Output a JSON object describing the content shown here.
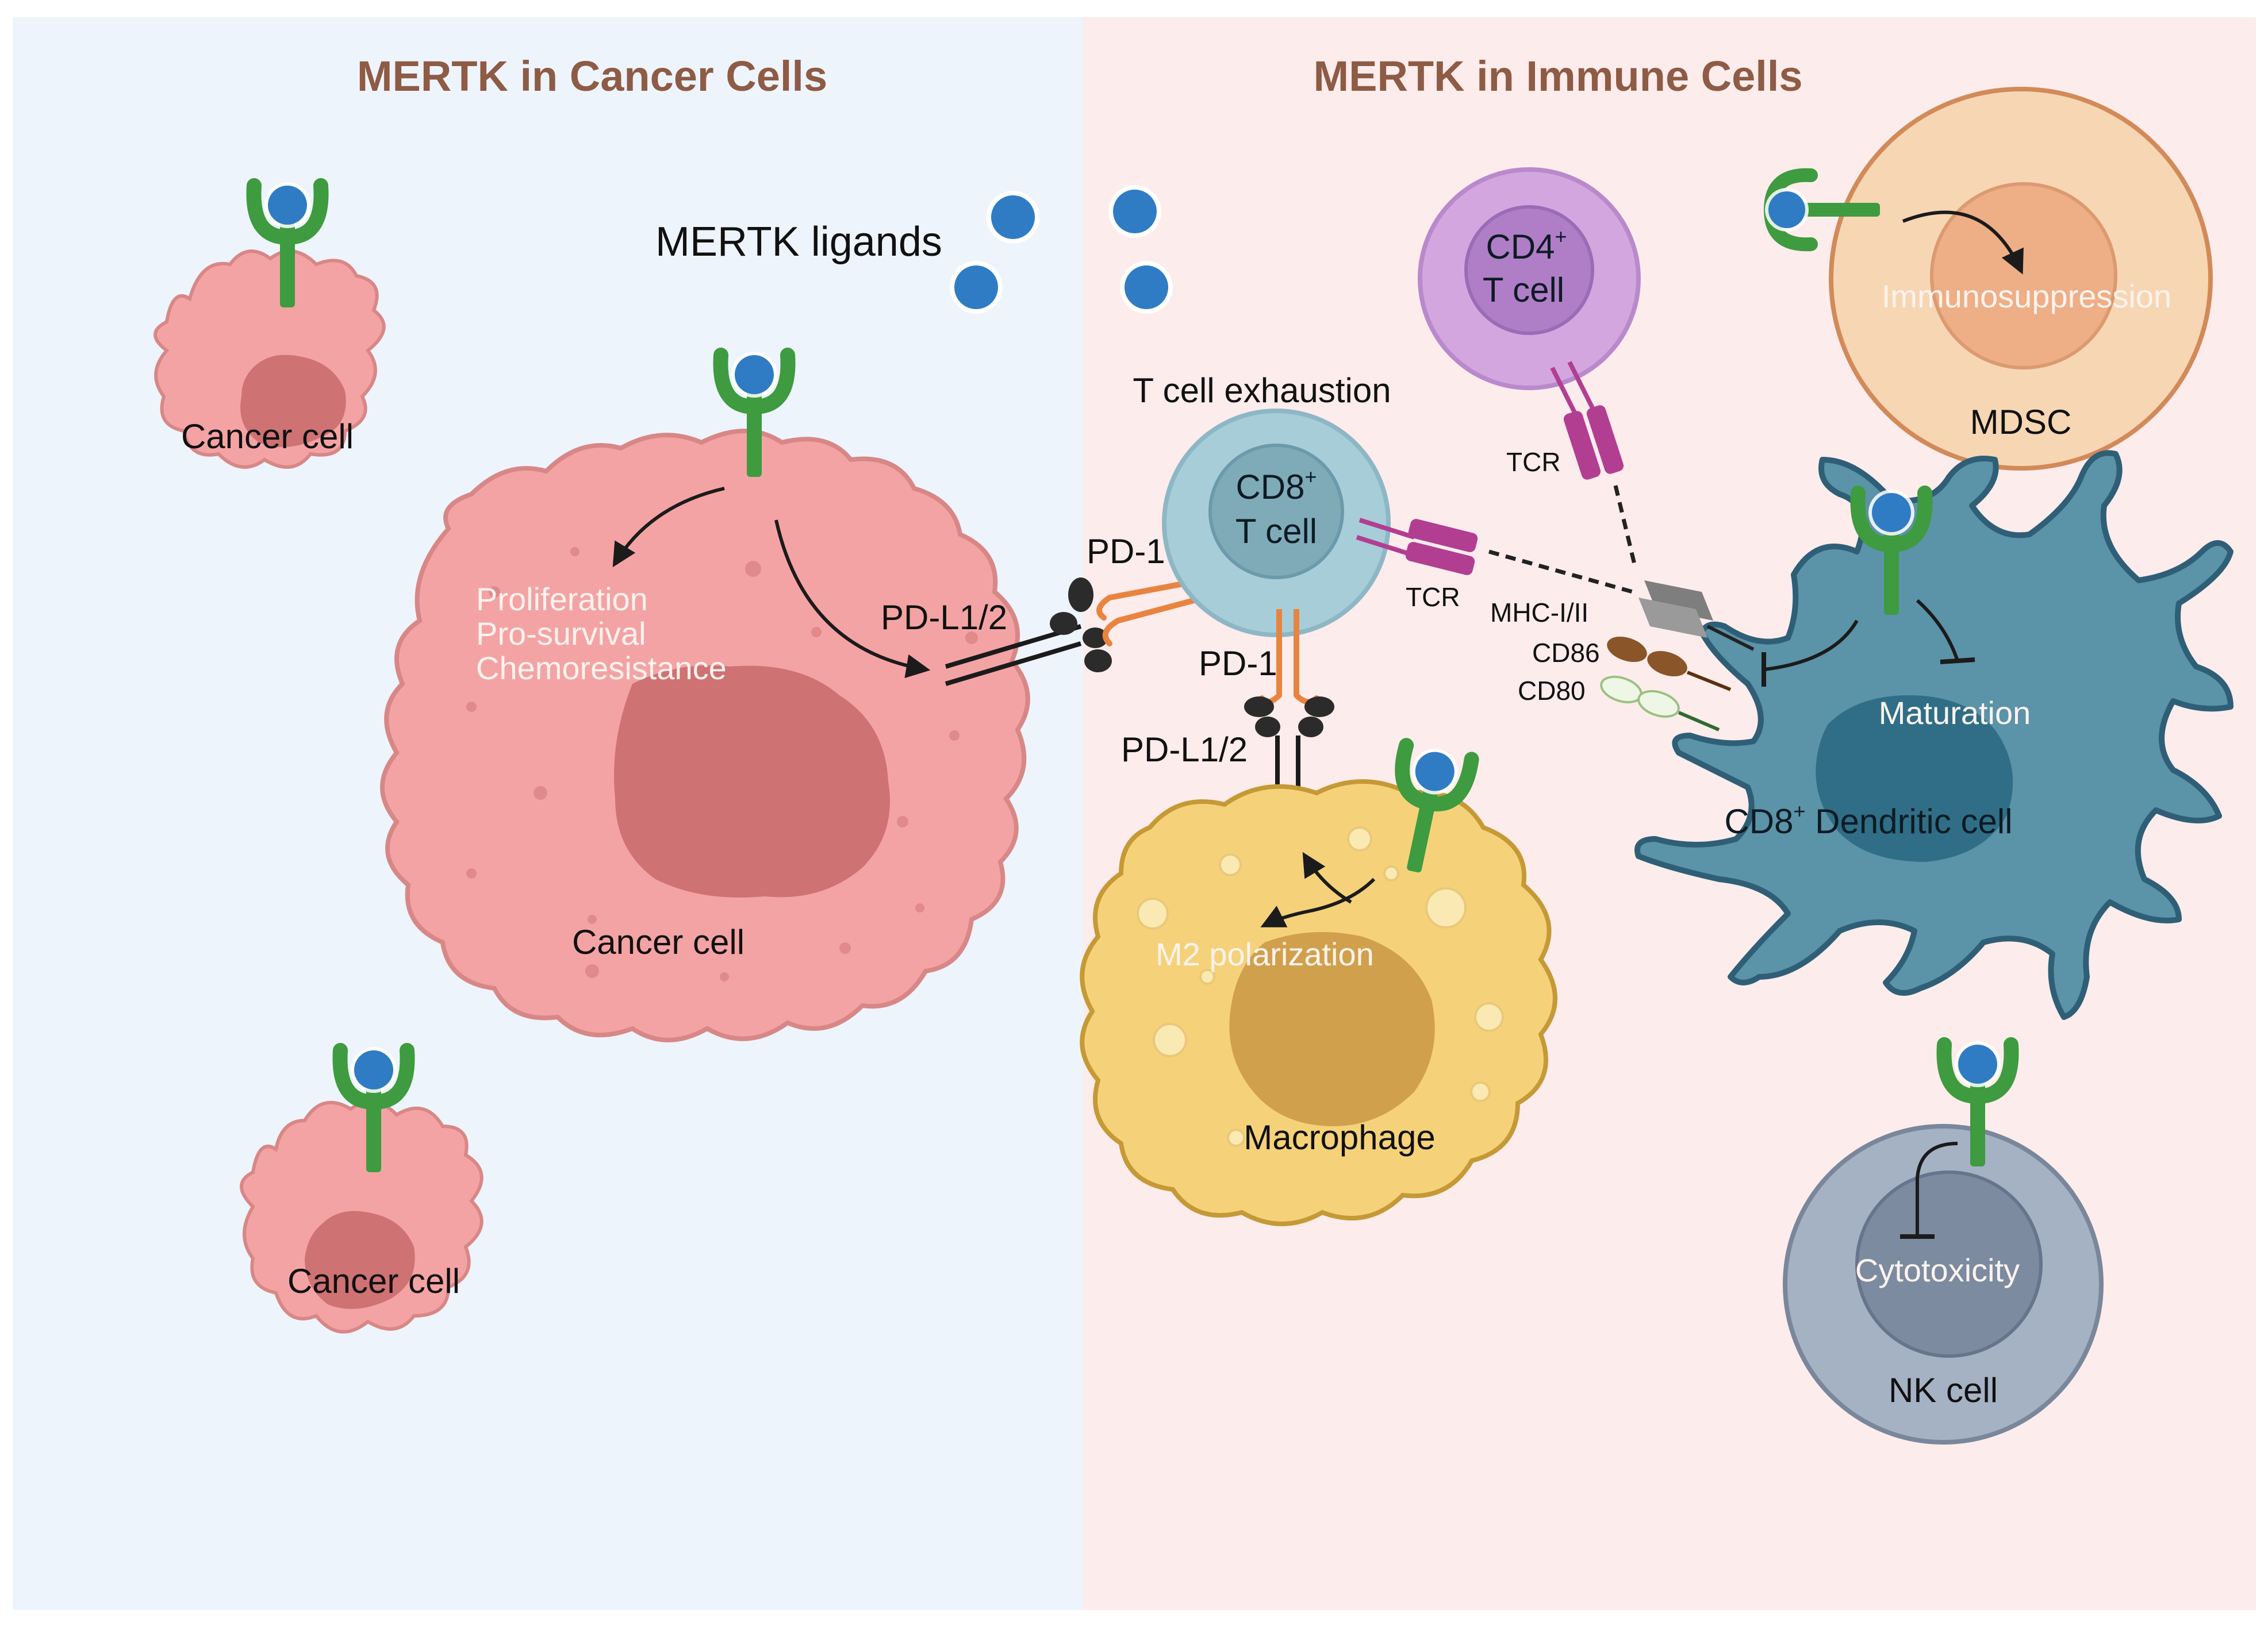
{
  "panels": {
    "left_title": "MERTK in Cancer Cells",
    "right_title": "MERTK in Immune Cells"
  },
  "labels": {
    "mertk_ligands": "MERTK ligands",
    "t_cell_exhaustion": "T cell exhaustion",
    "cancer_cell": "Cancer cell",
    "proliferation": "Proliferation",
    "pro_survival": "Pro-survival",
    "chemoresistance": "Chemoresistance",
    "pd1": "PD-1",
    "pdl12": "PD-L1/2",
    "cd8_line1": "CD8",
    "cd8_line1_sup": "+",
    "cd8_line2": "T cell",
    "cd4_line1": "CD4",
    "cd4_line1_sup": "+",
    "cd4_line2": "T cell",
    "tcr": "TCR",
    "mhc": "MHC-I/II",
    "cd86": "CD86",
    "cd80": "CD80",
    "immunosuppression": "Immunosuppression",
    "mdsc": "MDSC",
    "maturation": "Maturation",
    "dc_prefix": "CD8",
    "dc_prefix_sup": "+",
    "dc_rest": " Dendritic cell",
    "m2_polarization": "M2 polarization",
    "macrophage": "Macrophage",
    "cytotoxicity": "Cytotoxicity",
    "nk_cell": "NK cell"
  },
  "colors": {
    "left_bg": "#eef4fb",
    "right_bg": "#fdecec",
    "title": "#8e5b45",
    "cancer_cell": "#f4a3a4",
    "cancer_nucleus": "#cf7273",
    "receptor": "#3e9b3f",
    "ligand": "#2f7cc4",
    "macrophage": "#f5d27a",
    "cd8": "#a7cdd9",
    "cd4": "#d3a6e0",
    "mdsc": "#f7d6b4",
    "dendritic": "#5b93a8",
    "nk": "#a5b2c4",
    "pd1": "#e8843f",
    "tcr": "#b23e92"
  },
  "icons": [
    "mertk-receptor-icon",
    "mertk-ligand-icon",
    "activation-arrow-icon",
    "inhibition-arrow-icon"
  ]
}
